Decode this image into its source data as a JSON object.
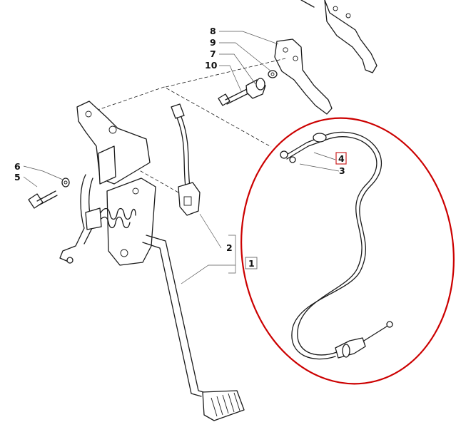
{
  "callouts": {
    "c1": "1",
    "c2": "2",
    "c3": "3",
    "c4": "4",
    "c5": "5",
    "c6": "6",
    "c7": "7",
    "c8": "8",
    "c9": "9",
    "c10": "10"
  },
  "colors": {
    "highlight_ellipse": "#cc0000",
    "highlight_box": "#cc2222",
    "line": "#1a1a1a"
  },
  "highlighted_callout": "4"
}
